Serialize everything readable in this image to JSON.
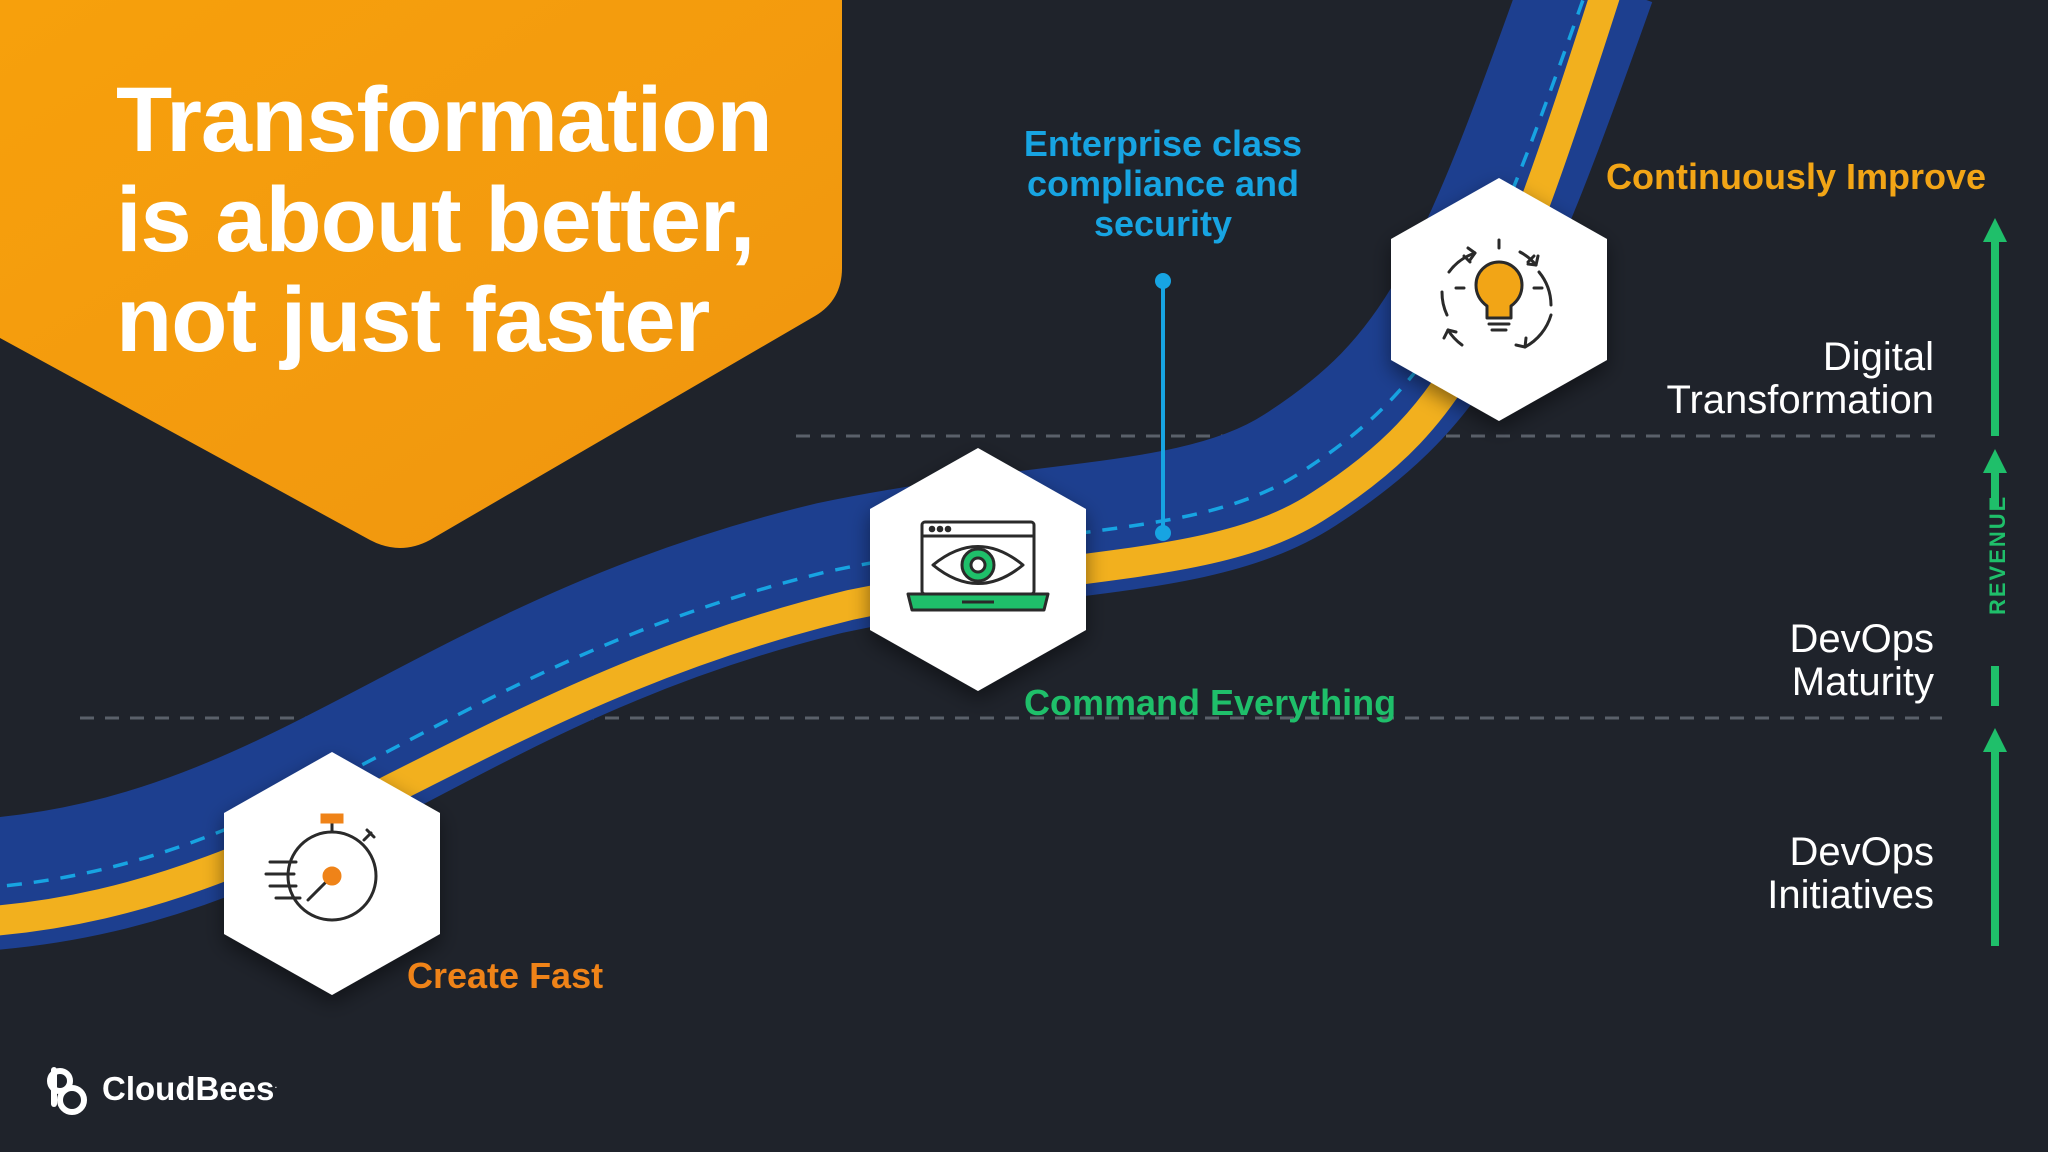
{
  "headline": {
    "lines": [
      "Transformation",
      "is about better,",
      "not just faster"
    ]
  },
  "milestones": [
    {
      "label": "Create Fast",
      "icon": "stopwatch-icon"
    },
    {
      "label": "Command Everything",
      "icon": "laptop-eye-icon"
    },
    {
      "label": "Continuously Improve",
      "icon": "lightbulb-cycle-icon"
    }
  ],
  "callout": {
    "lines": [
      "Enterprise class",
      "compliance and",
      "security"
    ]
  },
  "stages": [
    {
      "lines": [
        "Digital",
        "Transformation"
      ]
    },
    {
      "lines": [
        "DevOps",
        "Maturity"
      ]
    },
    {
      "lines": [
        "DevOps",
        "Initiatives"
      ]
    }
  ],
  "axis": {
    "label": "REVENUE"
  },
  "brand": {
    "name": "CloudBees",
    "mark": "."
  },
  "colors": {
    "background": "#1f232b",
    "banner": "#f49a0e",
    "road_blue": "#1d3f8f",
    "road_gold": "#f2b01e",
    "dash_blue": "#17a4e2",
    "create_fast": "#ef8318",
    "command_everything": "#1fbf6a",
    "continuously_improve": "#f2a516",
    "revenue_axis": "#1fbf6a"
  }
}
